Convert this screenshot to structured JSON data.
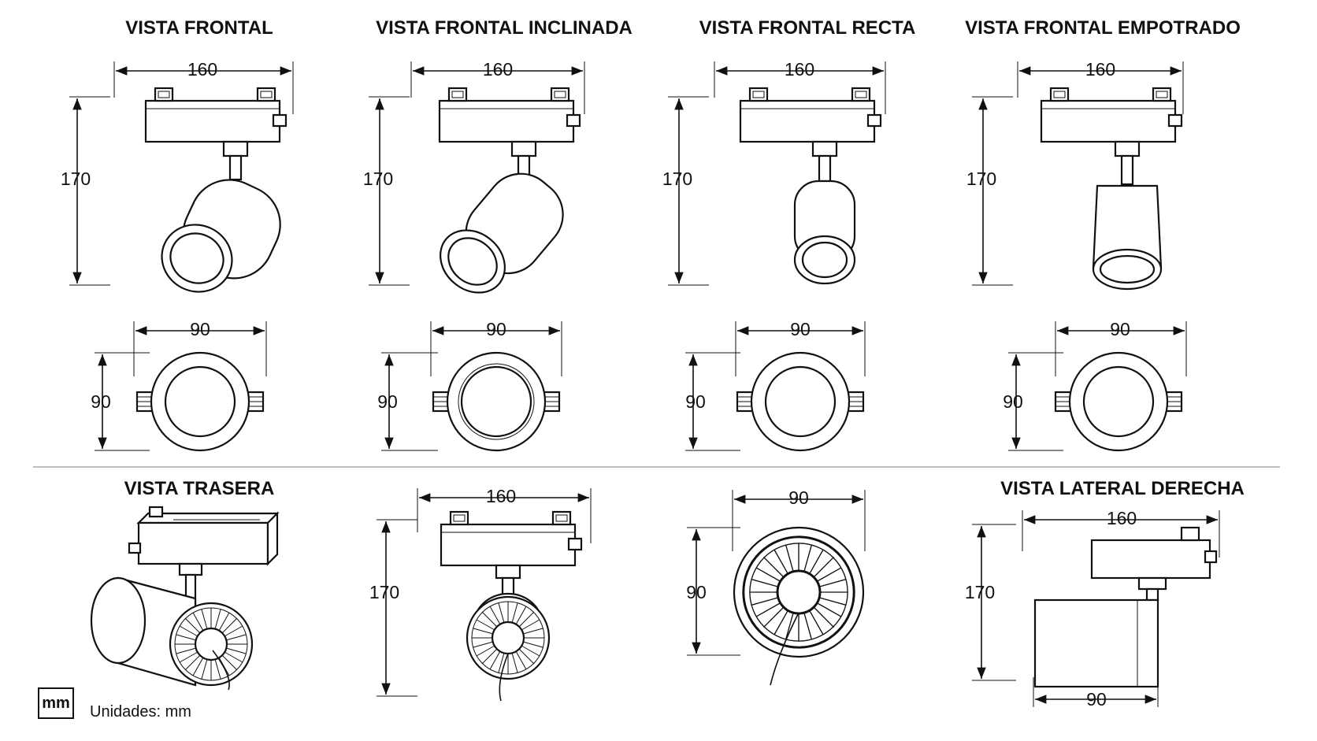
{
  "titles": {
    "frontal": "VISTA FRONTAL",
    "inclinada": "VISTA FRONTAL INCLINADA",
    "recta": "VISTA FRONTAL RECTA",
    "empotrado": "VISTA FRONTAL EMPOTRADO",
    "trasera": "VISTA TRASERA",
    "lateral": "VISTA LATERAL DERECHA"
  },
  "dimensions": {
    "width_top": "160",
    "height_top": "170",
    "diameter": "90"
  },
  "legend": {
    "unit_box": "mm",
    "units_label": "Unidades: mm"
  }
}
